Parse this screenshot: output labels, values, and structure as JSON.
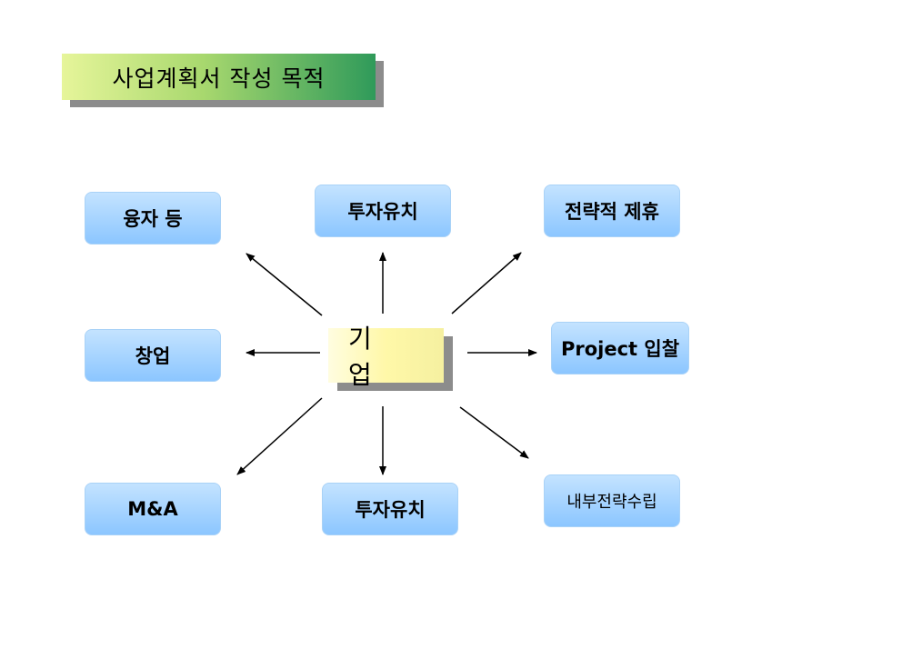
{
  "title": "사업계획서 작성 목적",
  "center": "기 업",
  "nodes": {
    "top_left": "융자 등",
    "top_center": "투자유치",
    "top_right": "전략적 제휴",
    "mid_left": "창업",
    "mid_right": "Project 입찰",
    "bottom_left": "M&A",
    "bottom_center": "투자유치",
    "bottom_right": "내부전략수립"
  },
  "colors": {
    "node_top": "#c4e3ff",
    "node_bottom": "#8cc6ff",
    "title_start": "#e6f59a",
    "title_end": "#2f9a5a",
    "center_fill": "#fff8a8"
  }
}
